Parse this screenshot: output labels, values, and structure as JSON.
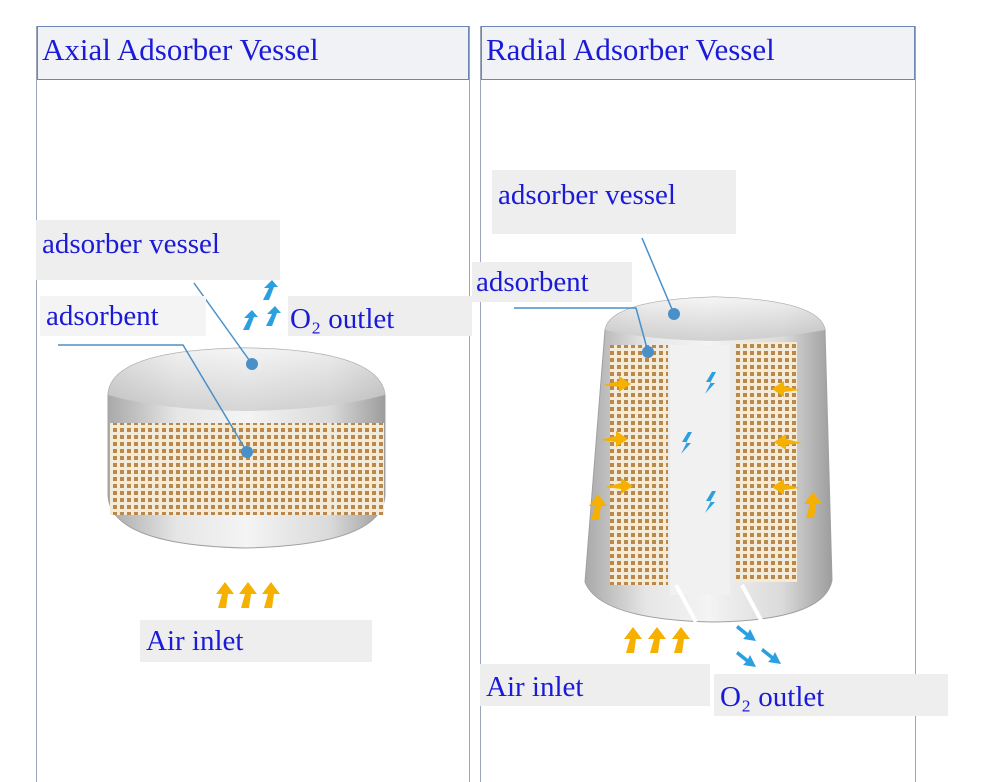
{
  "axial": {
    "title": "Axial  Adsorber Vessel",
    "labels": {
      "vessel": "adsorber vessel",
      "adsorbent": "adsorbent",
      "o2_outlet": "O₂ outlet",
      "air_inlet": "Air inlet"
    }
  },
  "radial": {
    "title": "Radial Adsorber Vessel",
    "labels": {
      "vessel": "adsorber vessel",
      "adsorbent": "adsorbent",
      "o2_outlet": "O₂ outlet",
      "air_inlet": "Air inlet"
    }
  },
  "colors": {
    "label_text": "#1a1ad8",
    "leader_line": "#4a90c8",
    "air_arrow": "#f5b000",
    "o2_arrow": "#2aa0e0",
    "adsorbent": "#b8884c",
    "vessel_shell": "#d9d9d9"
  }
}
